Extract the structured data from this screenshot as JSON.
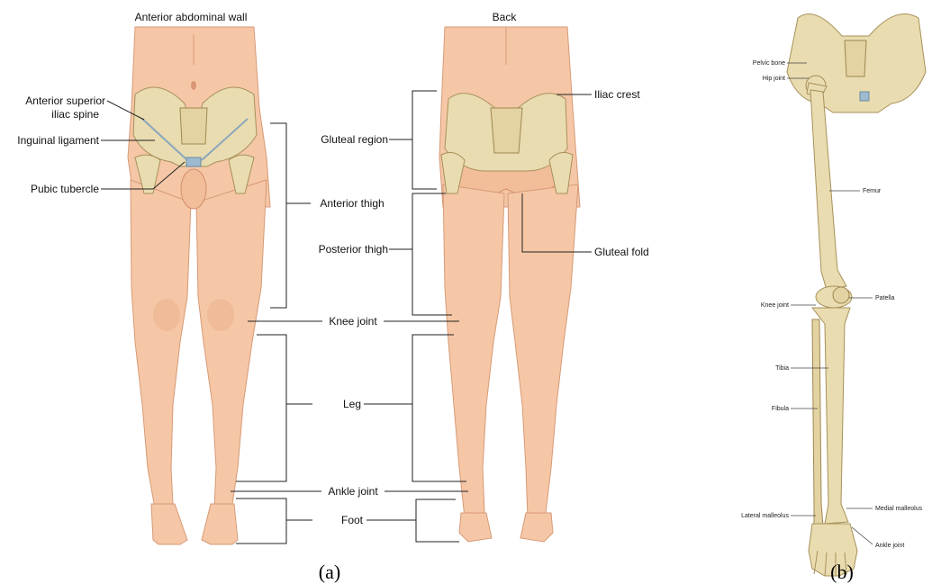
{
  "panel_a": {
    "caption": "(a)",
    "labels": {
      "anterior_abdominal_wall": "Anterior abdominal wall",
      "back": "Back",
      "anterior_superior_iliac_spine": "Anterior superior iliac spine",
      "asis_line1": "Anterior superior",
      "asis_line2": "iliac spine",
      "inguinal_ligament": "Inguinal ligament",
      "pubic_tubercle": "Pubic tubercle",
      "gluteal_region": "Gluteal region",
      "iliac_crest": "Iliac crest",
      "anterior_thigh": "Anterior thigh",
      "posterior_thigh": "Posterior thigh",
      "gluteal_fold": "Gluteal fold",
      "knee_joint": "Knee joint",
      "leg": "Leg",
      "ankle_joint": "Ankle joint",
      "foot": "Foot"
    }
  },
  "panel_b": {
    "caption": "(b)",
    "labels": {
      "pelvic_bone": "Pelvic bone",
      "hip_joint": "Hip joint",
      "femur": "Femur",
      "knee_joint": "Knee joint",
      "patella": "Patella",
      "tibia": "Tibia",
      "fibula": "Fibula",
      "lateral_malleolus": "Lateral malleolus",
      "medial_malleolus": "Medial malleolus",
      "ankle_joint": "Ankle joint"
    }
  }
}
